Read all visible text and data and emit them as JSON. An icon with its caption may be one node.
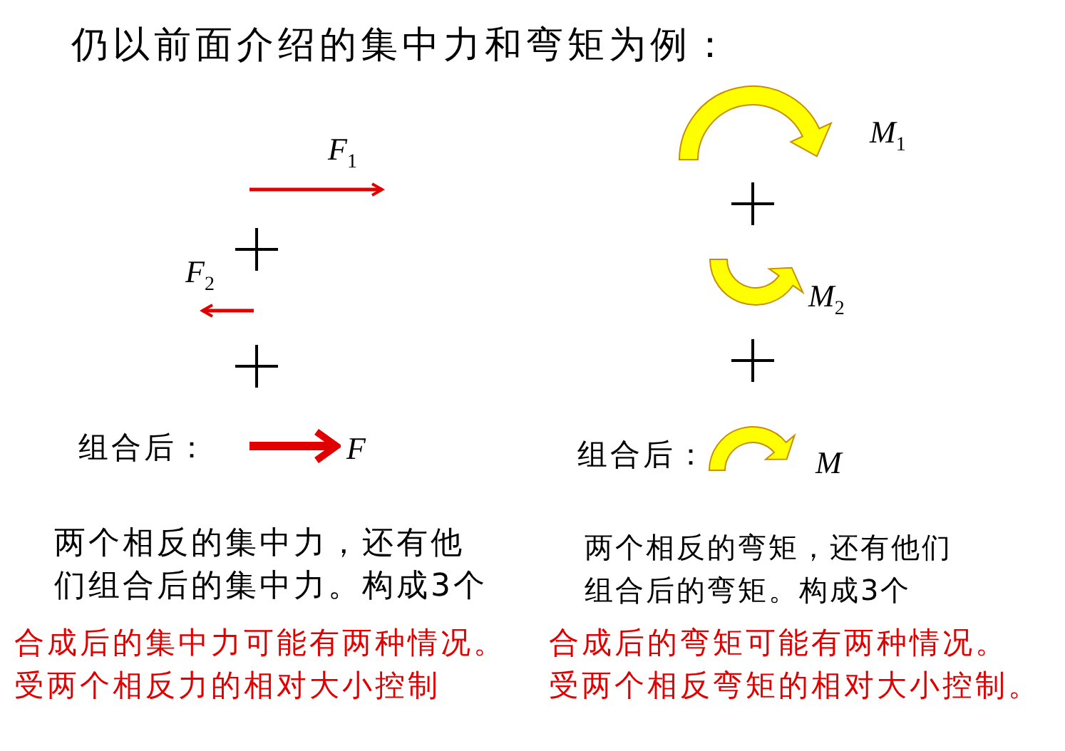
{
  "diagram": {
    "title": "仍以前面介绍的集中力和弯矩为例：",
    "labels": [
      "*F*$_{1}$",
      "*M*$_{1}$",
      "*F*$_{2}$",
      "*M*$_{2}$",
      "组合后：",
      "*F*",
      "组合后：",
      "*M*",
      "两个相反的集中力，还有他们组合后的集中力。构成3个",
      "两个相反的弯矩，还有他们组合后的弯矩。构成3个",
      "合成后的集中力可能有两种情况。",
      "合成后的弯矩可能有两种情况。",
      "受两个相反力的相对大小控制",
      "受两个相反弯矩的相对大小控制。"
    ]
  }
}
